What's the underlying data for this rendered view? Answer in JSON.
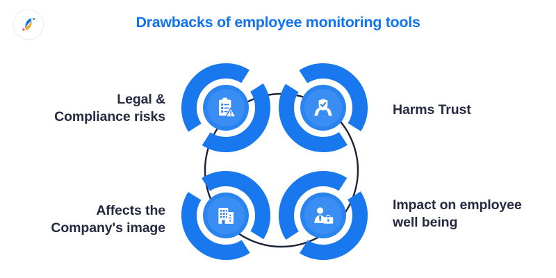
{
  "header": {
    "title": "Drawbacks of employee monitoring tools",
    "title_color": "#1273ed",
    "logo": {
      "name": "brand-logo",
      "colors": [
        "#f5a623",
        "#1273ed",
        "#34a853",
        "#ea4335"
      ]
    }
  },
  "theme": {
    "background": "#ffffff",
    "ring_blue": "#1a78ef",
    "inner_blue": "#2a84f0",
    "icon_white": "#ffffff",
    "connector_navy": "#1e2238",
    "label_navy": "#252a42"
  },
  "diagram": {
    "type": "cycle-four-node",
    "connector": "circle",
    "nodes": [
      {
        "id": "legal-compliance",
        "position": "top-left",
        "icon": "clipboard-warning-icon",
        "label": "Legal &\nCompliance risks",
        "label_line1": "Legal &",
        "label_line2": "Compliance risks",
        "label_side": "left"
      },
      {
        "id": "harms-trust",
        "position": "top-right",
        "icon": "hands-shield-check-icon",
        "label": "Harms Trust",
        "label_line1": "Harms Trust",
        "label_line2": "",
        "label_side": "right"
      },
      {
        "id": "company-image",
        "position": "bottom-left",
        "icon": "office-building-icon",
        "label": "Affects the\nCompany's image",
        "label_line1": "Affects the",
        "label_line2": "Company's image",
        "label_side": "left"
      },
      {
        "id": "employee-wellbeing",
        "position": "bottom-right",
        "icon": "businessperson-briefcase-icon",
        "label": "Impact on employee\nwell being",
        "label_line1": "Impact on employee",
        "label_line2": "well being",
        "label_side": "right"
      }
    ]
  }
}
